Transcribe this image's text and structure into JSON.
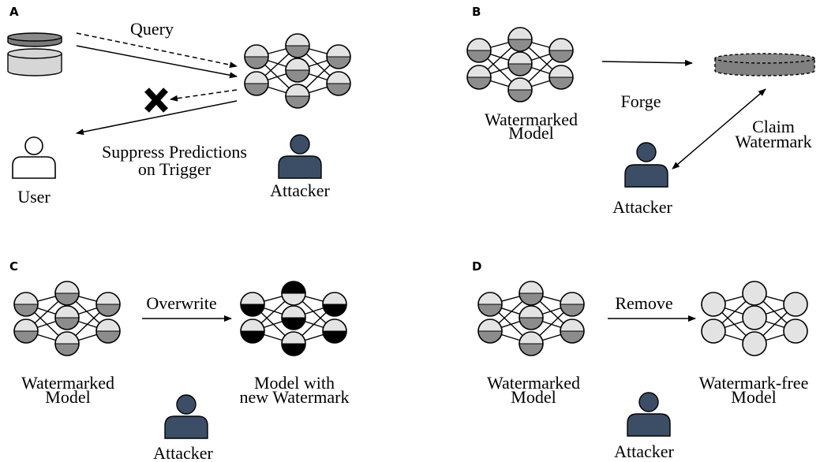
{
  "panels": {
    "a": {
      "letter": "A",
      "query": "Query",
      "suppress_1": "Suppress Predictions",
      "suppress_2": "on Trigger",
      "user": "User",
      "attacker": "Attacker"
    },
    "b": {
      "letter": "B",
      "model_1": "Watermarked",
      "model_2": "Model",
      "forge": "Forge",
      "claim_1": "Claim",
      "claim_2": "Watermark",
      "attacker": "Attacker"
    },
    "c": {
      "letter": "C",
      "overwrite": "Overwrite",
      "model_1": "Watermarked",
      "model_2": "Model",
      "new_1": "Model with",
      "new_2": "new Watermark",
      "attacker": "Attacker"
    },
    "d": {
      "letter": "D",
      "remove": "Remove",
      "model_1": "Watermarked",
      "model_2": "Model",
      "free_1": "Watermark-free",
      "free_2": "Model",
      "attacker": "Attacker"
    }
  },
  "colors": {
    "node_fill": "#e3e3e3",
    "watermark_gray": "#8c8c8c",
    "watermark_black": "#000000",
    "attacker": "#3c4e66",
    "db_dark": "#7a7a7a",
    "db_light": "#d6d6d6"
  }
}
